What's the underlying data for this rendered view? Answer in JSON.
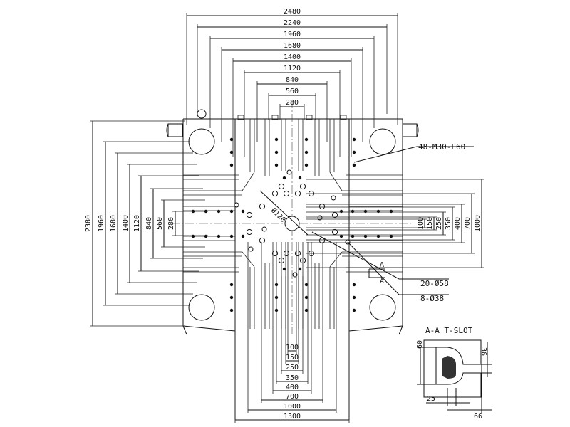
{
  "drawing": {
    "top_dims": [
      "2480",
      "2240",
      "1960",
      "1680",
      "1400",
      "1120",
      "840",
      "560",
      "280"
    ],
    "left_dims": [
      "2380",
      "1960",
      "1680",
      "1400",
      "1120",
      "840",
      "560",
      "280"
    ],
    "right_dims": [
      "100",
      "150",
      "250",
      "350",
      "400",
      "700",
      "1000"
    ],
    "bottom_dims": [
      "100",
      "150",
      "250",
      "350",
      "400",
      "700",
      "1000",
      "1300"
    ],
    "callouts": {
      "tapped_holes": "48-M30-L60",
      "holes_58": "20-Ø58",
      "holes_38": "8-Ø38",
      "center_hole": "Ø120",
      "section_mark": "A"
    },
    "tslot": {
      "title": "A-A T-SLOT",
      "dims": [
        "60",
        "36",
        "25",
        "66"
      ]
    }
  }
}
